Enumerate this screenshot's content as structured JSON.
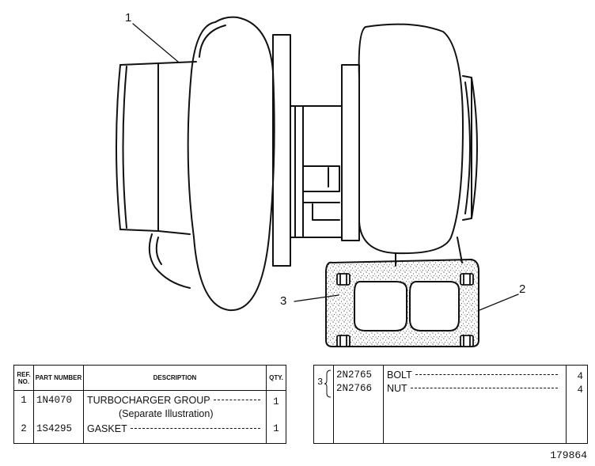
{
  "callouts": {
    "ref1": "1",
    "ref2": "2",
    "ref3": "3"
  },
  "left_table": {
    "headers": {
      "ref": "REF. NO.",
      "part_number": "PART NUMBER",
      "description": "DESCRIPTION",
      "qty": "QTY."
    },
    "rows": [
      {
        "ref": "1",
        "part_number": "1N4070",
        "description": "TURBOCHARGER GROUP",
        "sub_description": "(Separate Illustration)",
        "qty": "1"
      },
      {
        "ref": "2",
        "part_number": "1S4295",
        "description": "GASKET",
        "qty": "1"
      }
    ]
  },
  "right_table": {
    "group_ref": "3",
    "rows": [
      {
        "part_number": "2N2765",
        "description": "BOLT",
        "qty": "4"
      },
      {
        "part_number": "2N2766",
        "description": "NUT",
        "qty": "4"
      }
    ]
  },
  "figure_number": "179864"
}
